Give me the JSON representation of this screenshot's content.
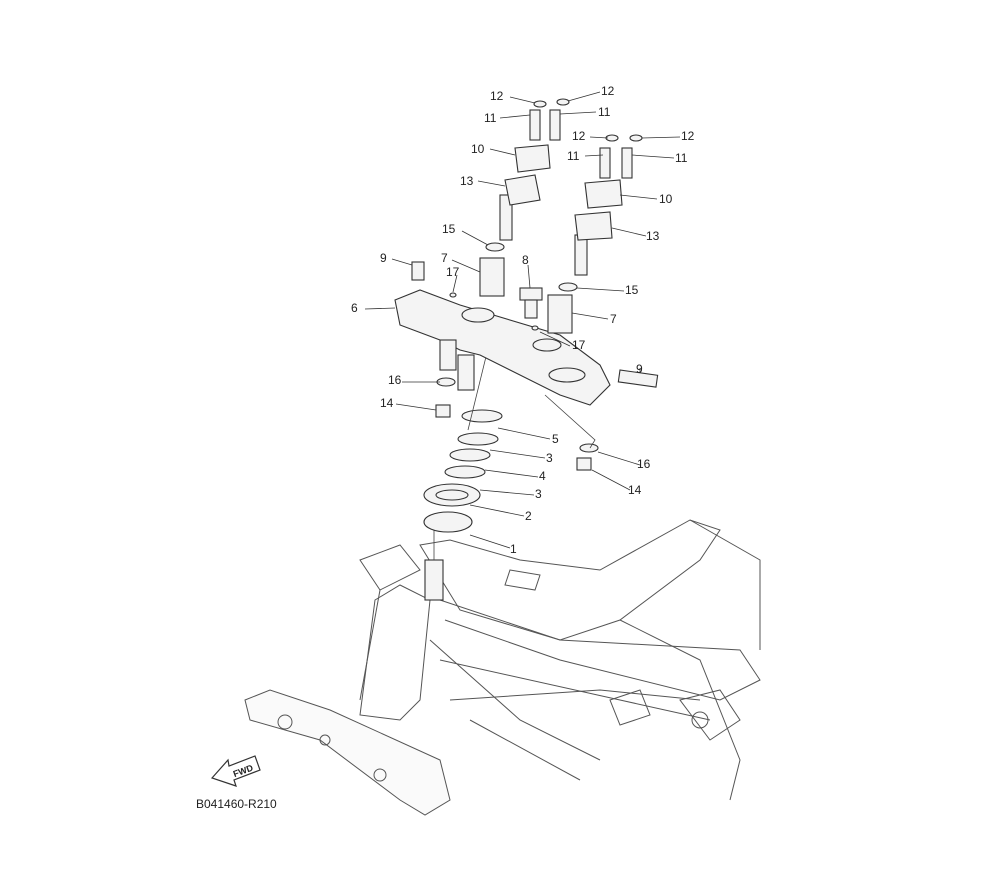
{
  "diagram": {
    "code": "B041460-R210",
    "fwd_label": "FWD",
    "callouts": {
      "c1": "1",
      "c2": "2",
      "c3a": "3",
      "c3b": "3",
      "c4": "4",
      "c5": "5",
      "c6": "6",
      "c7a": "7",
      "c7b": "7",
      "c8": "8",
      "c9a": "9",
      "c9b": "9",
      "c10a": "10",
      "c10b": "10",
      "c11a": "11",
      "c11b": "11",
      "c11c": "11",
      "c11d": "11",
      "c12a": "12",
      "c12b": "12",
      "c12c": "12",
      "c12d": "12",
      "c13a": "13",
      "c13b": "13",
      "c14a": "14",
      "c14b": "14",
      "c15a": "15",
      "c15b": "15",
      "c16a": "16",
      "c16b": "16",
      "c17a": "17",
      "c17b": "17"
    }
  }
}
